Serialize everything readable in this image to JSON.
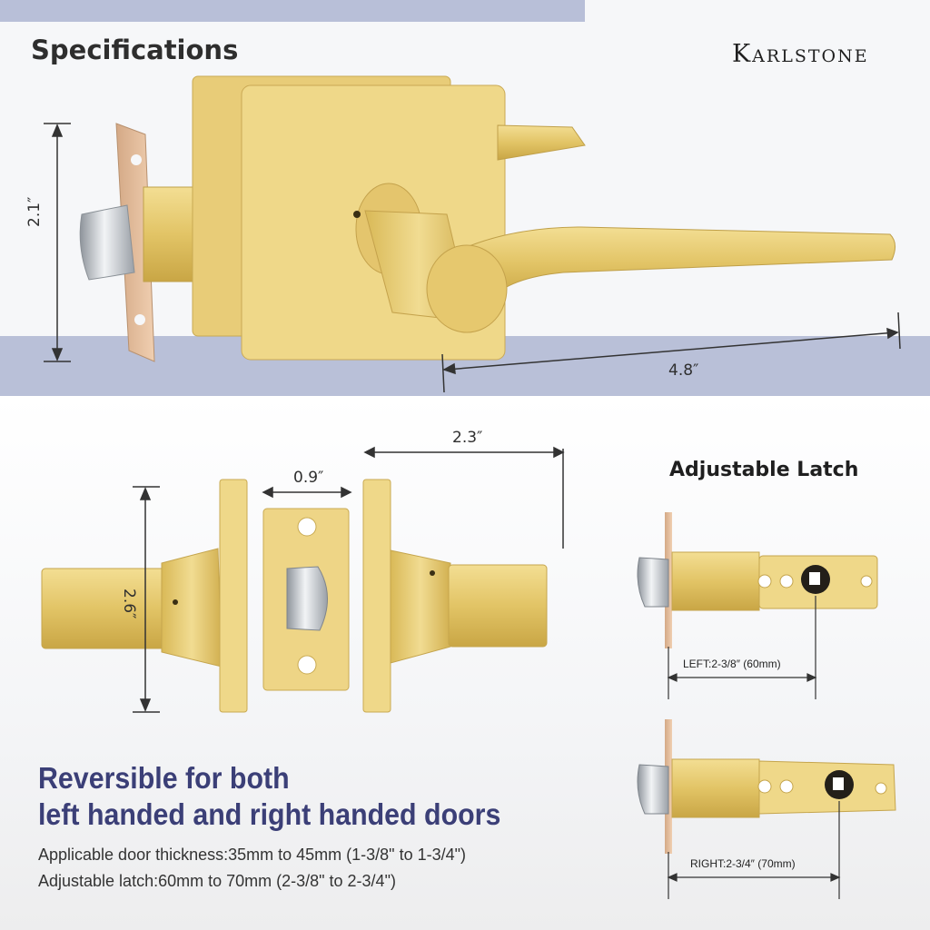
{
  "header": {
    "title": "Specifications",
    "brand": "Karlstone"
  },
  "dimensions": {
    "backset_height": "2.1″",
    "lever_length": "4.8″",
    "rose_span": "2.3″",
    "plate_width": "0.9″",
    "rose_height": "2.6″"
  },
  "adjustable_latch": {
    "title": "Adjustable Latch",
    "left_label": "LEFT:2-3/8″  (60mm)",
    "right_label": "RIGHT:2-3/4″  (70mm)"
  },
  "reversible": {
    "line1": "Reversible for both",
    "line2": "left handed and right handed doors"
  },
  "details": {
    "thickness": "Applicable door thickness:35mm to 45mm (1-3/8\" to 1-3/4\")",
    "latch": "Adjustable latch:60mm to 70mm (2-3/8\" to 2-3/4\")"
  },
  "colors": {
    "brass": "#e2c466",
    "accent_text": "#3b3f77",
    "band": "#b9c0d8"
  }
}
